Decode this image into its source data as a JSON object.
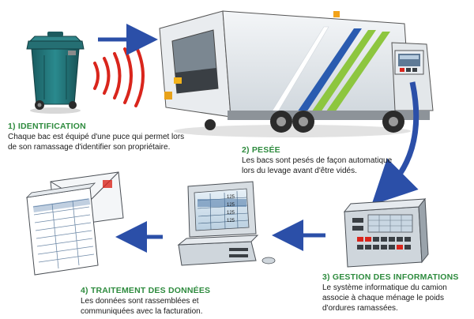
{
  "steps": [
    {
      "title": "1) IDENTIFICATION",
      "desc_lines": [
        "Chaque bac est équipé d'une puce qui permet lors",
        "de son ramassage d'identifier son propriétaire."
      ]
    },
    {
      "title": "2) PESÉE",
      "desc_lines": [
        "Les bacs sont pesés de façon automatique",
        "lors du levage avant d'être vidés."
      ]
    },
    {
      "title": "3) GESTION DES INFORMATIONS",
      "desc_lines": [
        "Le système informatique du camion",
        "associe à chaque ménage le poids",
        "d'ordures ramassées."
      ]
    },
    {
      "title": "4) TRAITEMENT DES DONNÉES",
      "desc_lines": [
        "Les données sont rassemblées et",
        "communiquées avec la facturation."
      ]
    }
  ],
  "screen_values": [
    "125",
    "125",
    "125",
    "125"
  ],
  "colors": {
    "title_green": "#2e8b3e",
    "arrow_blue": "#2b4fa8",
    "radio_wave_red": "#d9251c",
    "bin_green": "#1f6e72",
    "truck_stripe_blue": "#2a5bb0",
    "truck_stripe_green": "#8dc63f"
  },
  "icons": {
    "bin": "trash-bin-icon",
    "truck": "garbage-truck-icon",
    "terminal": "onboard-terminal-icon",
    "computer": "desktop-computer-icon",
    "documents": "invoice-documents-icon"
  }
}
